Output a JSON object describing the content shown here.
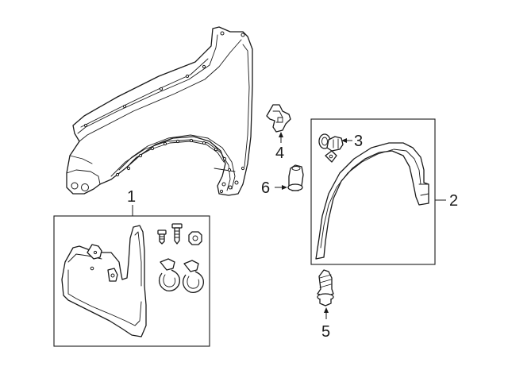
{
  "diagram": {
    "callouts": [
      {
        "id": "1",
        "text": "1"
      },
      {
        "id": "2",
        "text": "2"
      },
      {
        "id": "3",
        "text": "3"
      },
      {
        "id": "4",
        "text": "4"
      },
      {
        "id": "5",
        "text": "5"
      },
      {
        "id": "6",
        "text": "6"
      }
    ],
    "colors": {
      "line": "#1a1a1a",
      "background": "#ffffff"
    }
  }
}
